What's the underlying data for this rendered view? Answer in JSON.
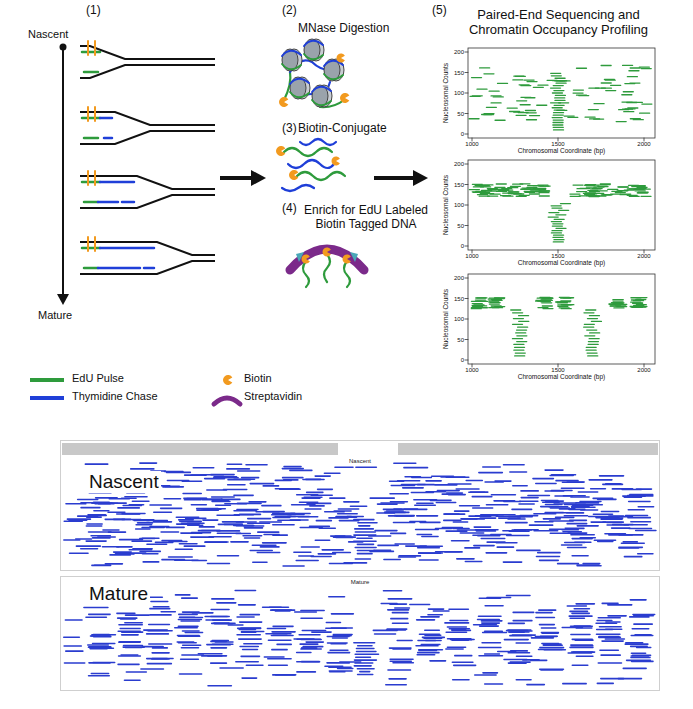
{
  "diagram": {
    "nodes": [
      {
        "text": [
          "Nascent",
          "Nascent"
        ]
      },
      {
        "text": [
          "Mature",
          "Mature"
        ]
      }
    ],
    "labels": [
      "(1)",
      "Nascent",
      "Mature",
      "(2)",
      "MNase Digestion",
      "(3)",
      "Biotin-Conjugate",
      "(4)",
      "Enrich for EdU Labeled Biotin Tagged DNA",
      "(5)",
      "Paired-End Sequencing and Chromatin Occupancy Profiling",
      "Nucleosomal Counts",
      "Chromosomal Coordinate (bp)",
      "0",
      "50",
      "100",
      "150",
      "200",
      "1000",
      "1500",
      "2000",
      "Nucleosomal Counts",
      "Chromosomal Coordinate (bp)",
      "0",
      "50",
      "100",
      "150",
      "200",
      "1000",
      "1500",
      "2000",
      "Nucleosomal Counts",
      "Chromosomal Coordinate (bp)",
      "0",
      "50",
      "100",
      "150",
      "200",
      "1000",
      "1500",
      "2000"
    ],
    "legend": [
      {
        "text": "EdU Pulse",
        "color": "#2e9b3c"
      },
      {
        "text": "Thymidine Chase",
        "color": "#1f3fd8"
      },
      {
        "text": "Biotin"
      },
      {
        "text": "Streptavidin"
      }
    ]
  }
}
